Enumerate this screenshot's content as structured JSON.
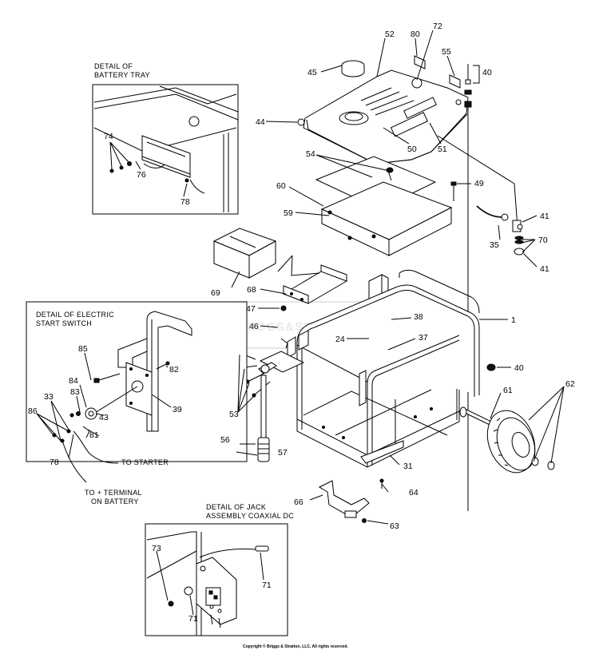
{
  "details": {
    "battery_tray": {
      "caption_line1": "DETAIL OF",
      "caption_line2": "BATTERY TRAY"
    },
    "electric_start": {
      "caption_line1": "DETAIL OF ELECTRIC",
      "caption_line2": "START SWITCH"
    },
    "jack_assembly": {
      "caption_line1": "DETAIL OF JACK",
      "caption_line2": "ASSEMBLY COAXIAL DC"
    }
  },
  "annotations": {
    "to_starter": "TO STARTER",
    "to_terminal_line1": "TO + TERMINAL",
    "to_terminal_line2": "ON BATTERY"
  },
  "callouts": {
    "c1": "1",
    "c24": "24",
    "c31": "31",
    "c33": "33",
    "c35": "35",
    "c37": "37",
    "c38": "38",
    "c39": "39",
    "c40a": "40",
    "c40b": "40",
    "c41a": "41",
    "c41b": "41",
    "c43": "43",
    "c44": "44",
    "c45": "45",
    "c46": "46",
    "c47": "47",
    "c49": "49",
    "c50": "50",
    "c51": "51",
    "c52": "52",
    "c53": "53",
    "c54": "54",
    "c55": "55",
    "c56": "56",
    "c57": "57",
    "c59": "59",
    "c60": "60",
    "c61": "61",
    "c62": "62",
    "c63": "63",
    "c64": "64",
    "c66": "66",
    "c68": "68",
    "c69": "69",
    "c70": "70",
    "c71a": "71",
    "c71b": "71",
    "c72": "72",
    "c73": "73",
    "c74": "74",
    "c76": "76",
    "c78a": "78",
    "c78b": "78",
    "c80": "80",
    "c81": "81",
    "c82": "82",
    "c83": "83",
    "c84": "84",
    "c85": "85",
    "c86": "86"
  },
  "watermark": "BRIGGS&STRATTON",
  "copyright": "Copyright © Briggs & Stratton, LLC. All rights reserved."
}
